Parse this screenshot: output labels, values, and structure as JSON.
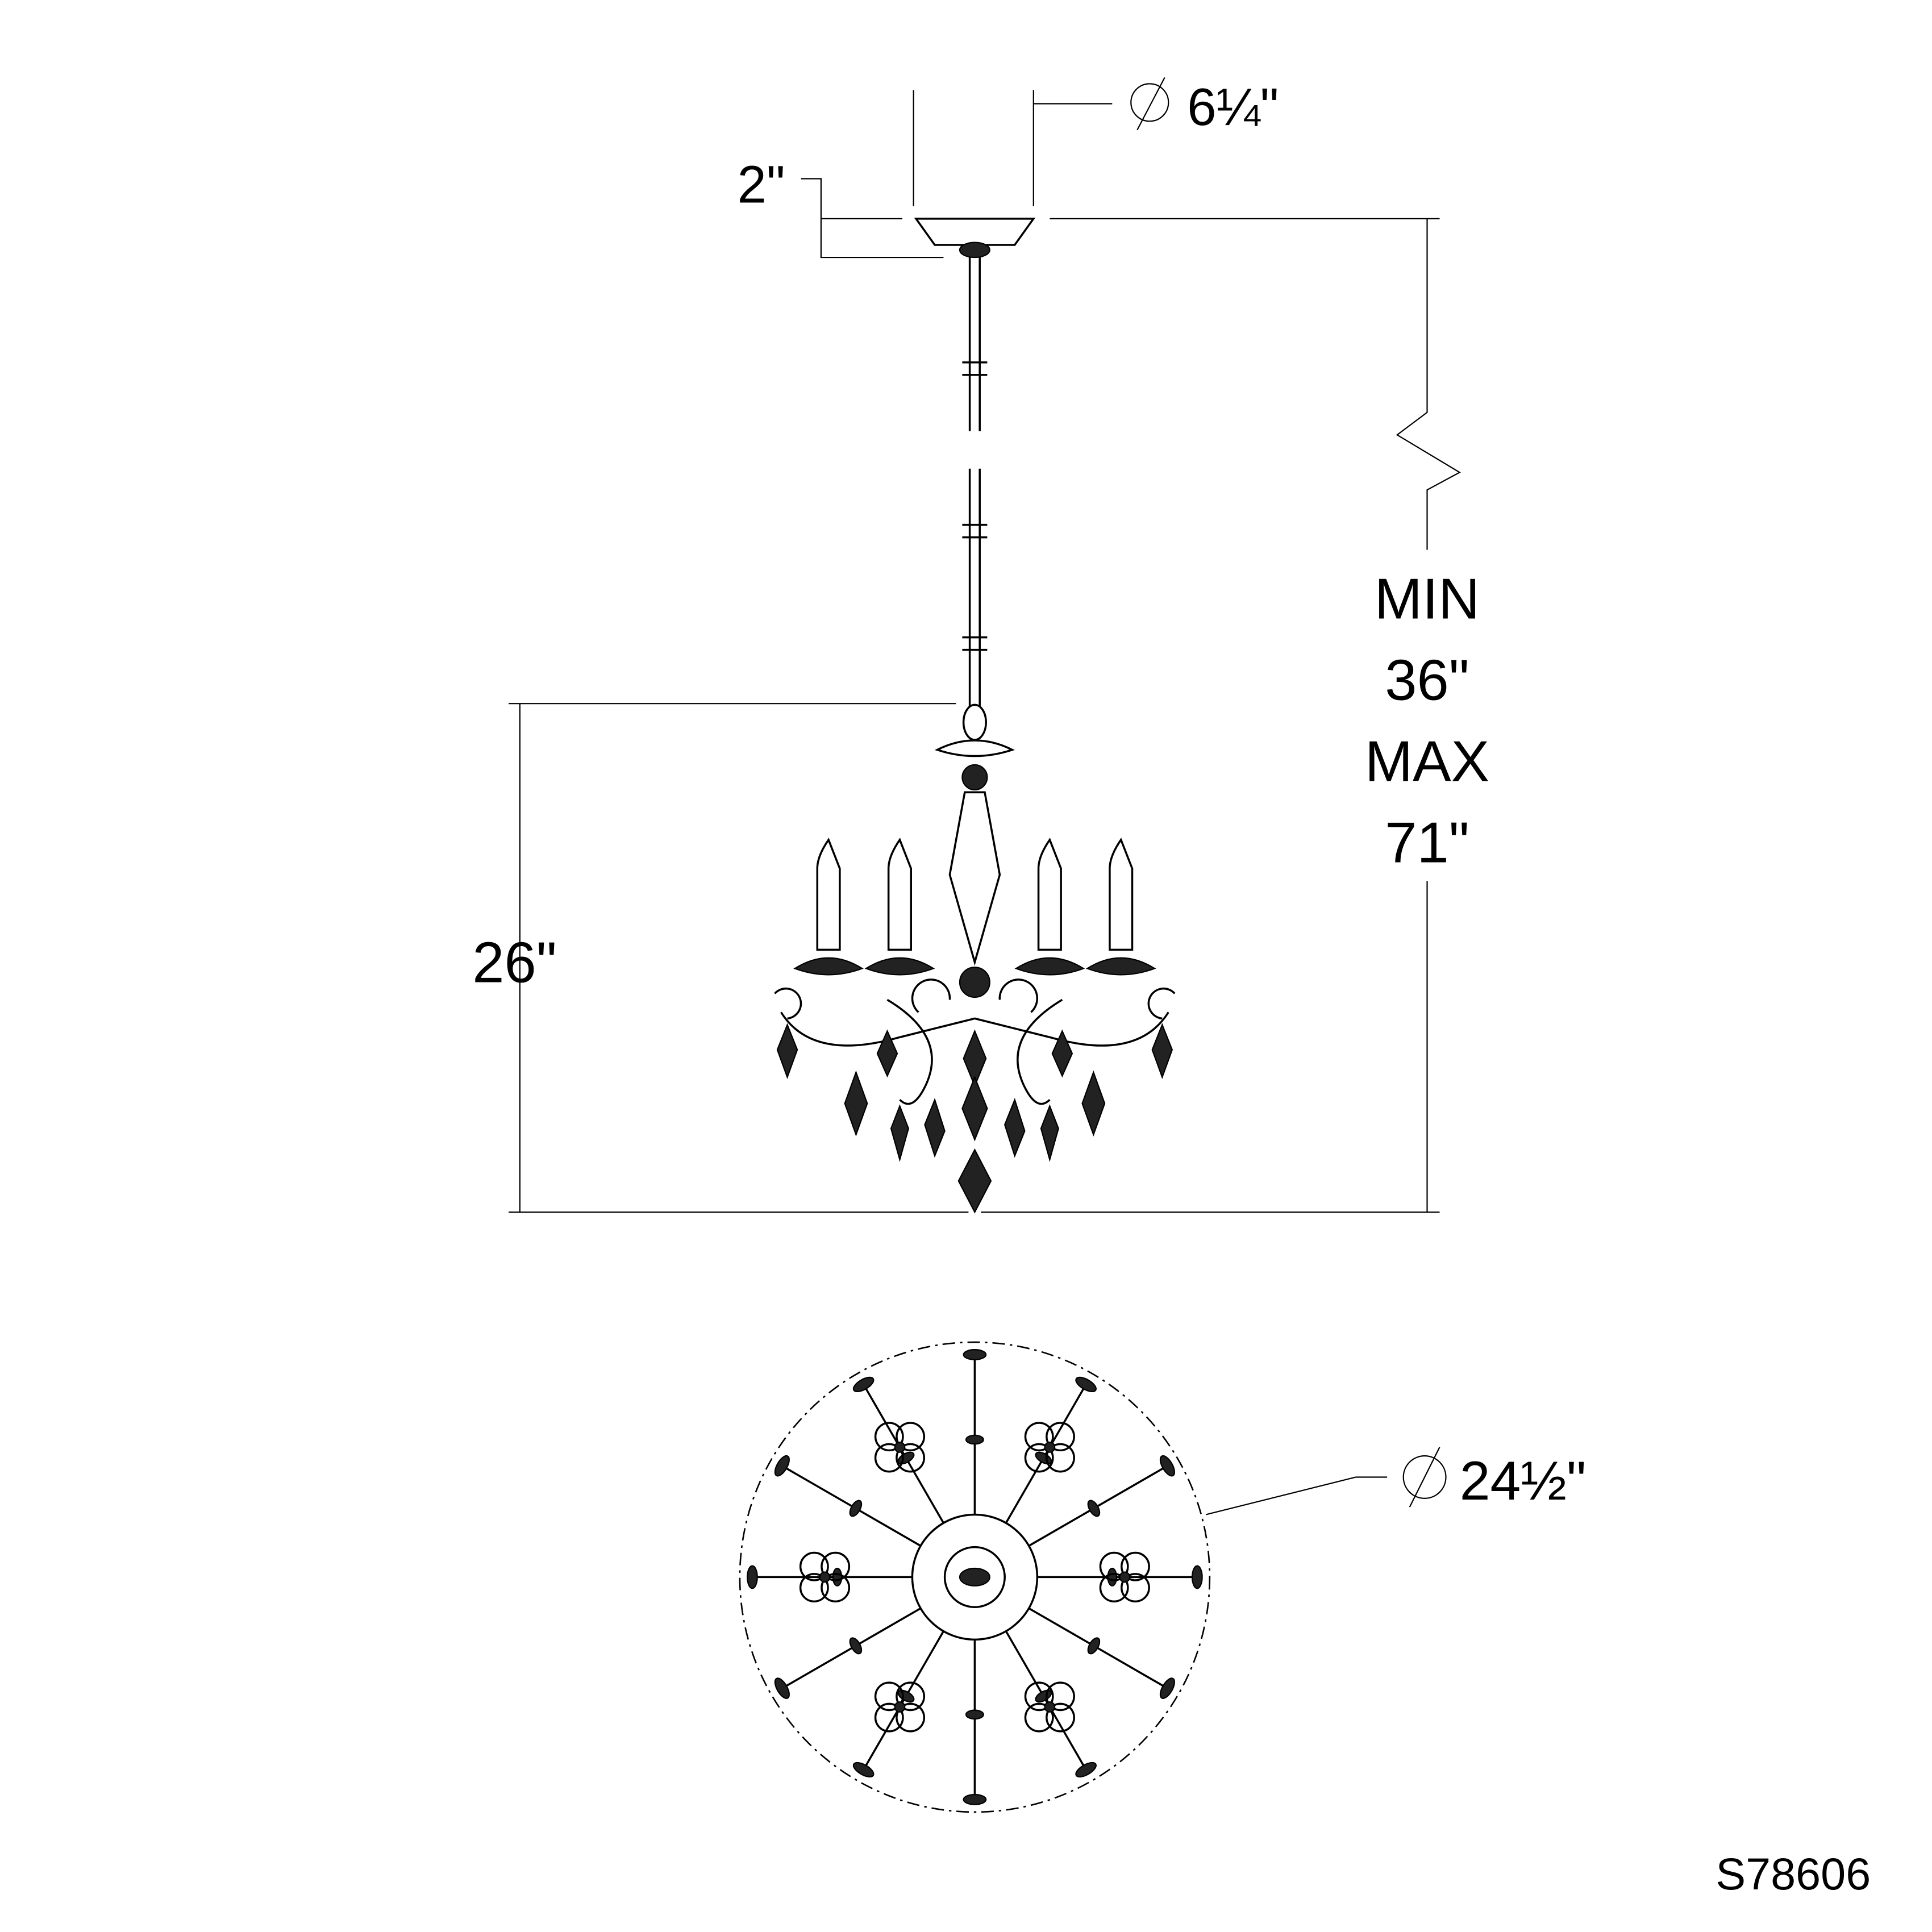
{
  "drawing": {
    "canopy_diameter": "6¼\"",
    "canopy_height": "2\"",
    "overall_min_label": "MIN",
    "overall_min_value": "36\"",
    "overall_max_label": "MAX",
    "overall_max_value": "71\"",
    "fixture_height": "26\"",
    "fixture_diameter": "24½\"",
    "diameter_symbol": "∅",
    "model_number": "S78606"
  },
  "colors": {
    "line": "#000000",
    "background": "#ffffff"
  }
}
